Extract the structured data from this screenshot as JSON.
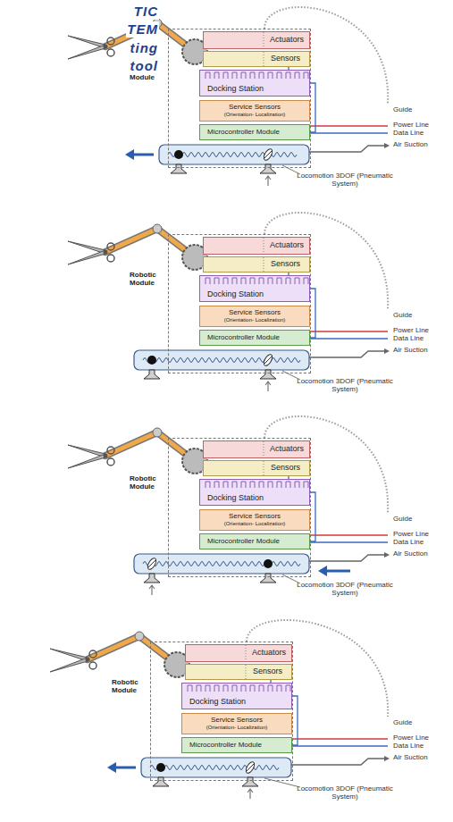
{
  "diagram": {
    "nodes": [
      {
        "text": [
          "Robotic Module"
        ]
      },
      {
        "text": [
          "Actuators"
        ],
        "in": 0
      },
      {
        "text": [
          "Sensors"
        ],
        "in": 0
      },
      {
        "text": [
          "Docking Station"
        ],
        "in": 0
      },
      {
        "text": [
          "Service Sensors",
          "(Orientation- Localization)"
        ],
        "in": 0
      },
      {
        "text": [
          "Microcontroller Module"
        ],
        "in": 0
      },
      {
        "text": [
          "Robotic Module"
        ]
      },
      {
        "text": [
          "Actuators"
        ],
        "in": 6
      },
      {
        "text": [
          "Sensors"
        ],
        "in": 6
      },
      {
        "text": [
          "Docking Station"
        ],
        "in": 6
      },
      {
        "text": [
          "Service Sensors",
          "(Orientation- Localization)"
        ],
        "in": 6
      },
      {
        "text": [
          "Microcontroller Module"
        ],
        "in": 6
      },
      {
        "text": [
          "Robotic Module"
        ]
      },
      {
        "text": [
          "Actuators"
        ],
        "in": 12
      },
      {
        "text": [
          "Sensors"
        ],
        "in": 12
      },
      {
        "text": [
          "Docking Station"
        ],
        "in": 12
      },
      {
        "text": [
          "Service Sensors",
          "(Orientation- Localization)"
        ],
        "in": 12
      },
      {
        "text": [
          "Microcontroller Module"
        ],
        "in": 12
      },
      {
        "text": [
          "Robotic Module"
        ]
      },
      {
        "text": [
          "Actuators"
        ],
        "in": 18
      },
      {
        "text": [
          "Sensors"
        ],
        "in": 18
      },
      {
        "text": [
          "Docking Station"
        ],
        "in": 18
      },
      {
        "text": [
          "Service Sensors",
          "(Orientation- Localization)"
        ],
        "in": 18
      },
      {
        "text": [
          "Microcontroller Module"
        ],
        "in": 18
      }
    ],
    "edges": [
      {
        "from": 2,
        "to": 3,
        "arrow": "none"
      },
      {
        "from": 3,
        "to": 5,
        "arrow": "none"
      },
      {
        "from": 8,
        "to": 9,
        "arrow": "none"
      },
      {
        "from": 9,
        "to": 11,
        "arrow": "none"
      },
      {
        "from": 14,
        "to": 15,
        "arrow": "none"
      },
      {
        "from": 15,
        "to": 17,
        "arrow": "none"
      },
      {
        "from": 20,
        "to": 21,
        "arrow": "none"
      },
      {
        "from": 21,
        "to": 23,
        "arrow": "none"
      }
    ],
    "labels": [
      "TIC",
      "TEM",
      "ting",
      "tool",
      "Guide",
      "Power Line",
      "Data Line",
      "Air Suction",
      "Locomotion 3DOF (Pneumatic System)",
      "Guide",
      "Power Line",
      "Data Line",
      "Air Suction",
      "Locomotion 3DOF (Pneumatic System)",
      "Guide",
      "Power Line",
      "Data Line",
      "Air Suction",
      "Locomotion 3DOF (Pneumatic System)",
      "Guide",
      "Power Line",
      "Data Line",
      "Air Suction",
      "Locomotion 3DOF (Pneumatic System)"
    ]
  }
}
